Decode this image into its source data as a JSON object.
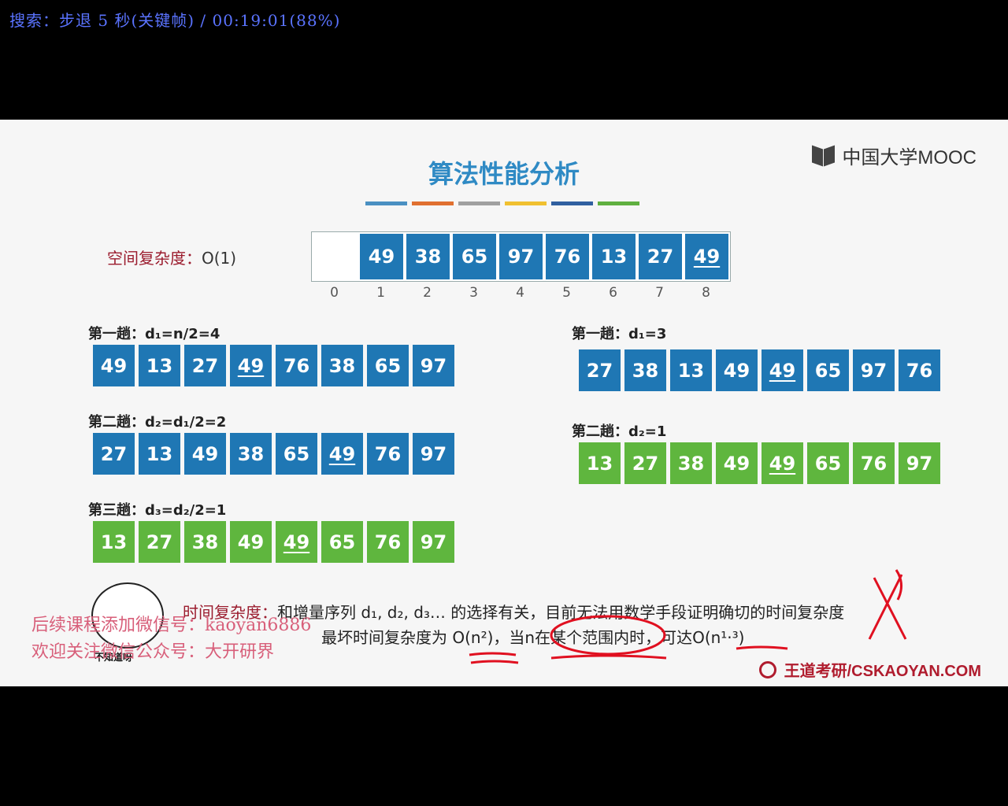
{
  "osd": {
    "text": "搜索：步退 5 秒(关键帧) / 00:19:01(88%)"
  },
  "slide": {
    "title": "算法性能分析",
    "bar_colors": [
      "#4a90c2",
      "#e07030",
      "#a0a0a0",
      "#f0c030",
      "#3060a0",
      "#60b040"
    ],
    "logo": "中国大学MOOC",
    "space_label": "空间复杂度：",
    "space_value": "O(1)",
    "array": [
      "",
      "49",
      "38",
      "65",
      "97",
      "76",
      "13",
      "27",
      "49"
    ],
    "array_underlined_index": 8,
    "indices": [
      "0",
      "1",
      "2",
      "3",
      "4",
      "5",
      "6",
      "7",
      "8"
    ],
    "left_passes": [
      {
        "label": "第一趟：d₁=n/2=4",
        "values": [
          "49",
          "13",
          "27",
          "49",
          "76",
          "38",
          "65",
          "97"
        ],
        "underlined": 3,
        "color": "blue"
      },
      {
        "label": "第二趟：d₂=d₁/2=2",
        "values": [
          "27",
          "13",
          "49",
          "38",
          "65",
          "49",
          "76",
          "97"
        ],
        "underlined": 5,
        "color": "blue"
      },
      {
        "label": "第三趟：d₃=d₂/2=1",
        "values": [
          "13",
          "27",
          "38",
          "49",
          "49",
          "65",
          "76",
          "97"
        ],
        "underlined": 4,
        "color": "green"
      }
    ],
    "right_passes": [
      {
        "label": "第一趟：d₁=3",
        "values": [
          "27",
          "38",
          "13",
          "49",
          "49",
          "65",
          "97",
          "76"
        ],
        "underlined": 4,
        "color": "blue"
      },
      {
        "label": "第二趟：d₂=1",
        "values": [
          "13",
          "27",
          "38",
          "49",
          "49",
          "65",
          "76",
          "97"
        ],
        "underlined": 4,
        "color": "green"
      }
    ],
    "time_label": "时间复杂度：",
    "time_line1": "和增量序列 d₁, d₂, d₃… 的选择有关，目前无法用数学手段证明确切的时间复杂度",
    "time_line2": "最坏时间复杂度为 O(n²)，当n在某个范围内时，可达O(n¹·³)",
    "publisher": "王道考研/CSKAOYAN.COM",
    "meme_caption": "不知道呀",
    "watermark1": "后续课程添加微信号：kaoyan6886",
    "watermark2": "欢迎关注微信公众号：大开研界",
    "annotation_color": "#e01020"
  }
}
